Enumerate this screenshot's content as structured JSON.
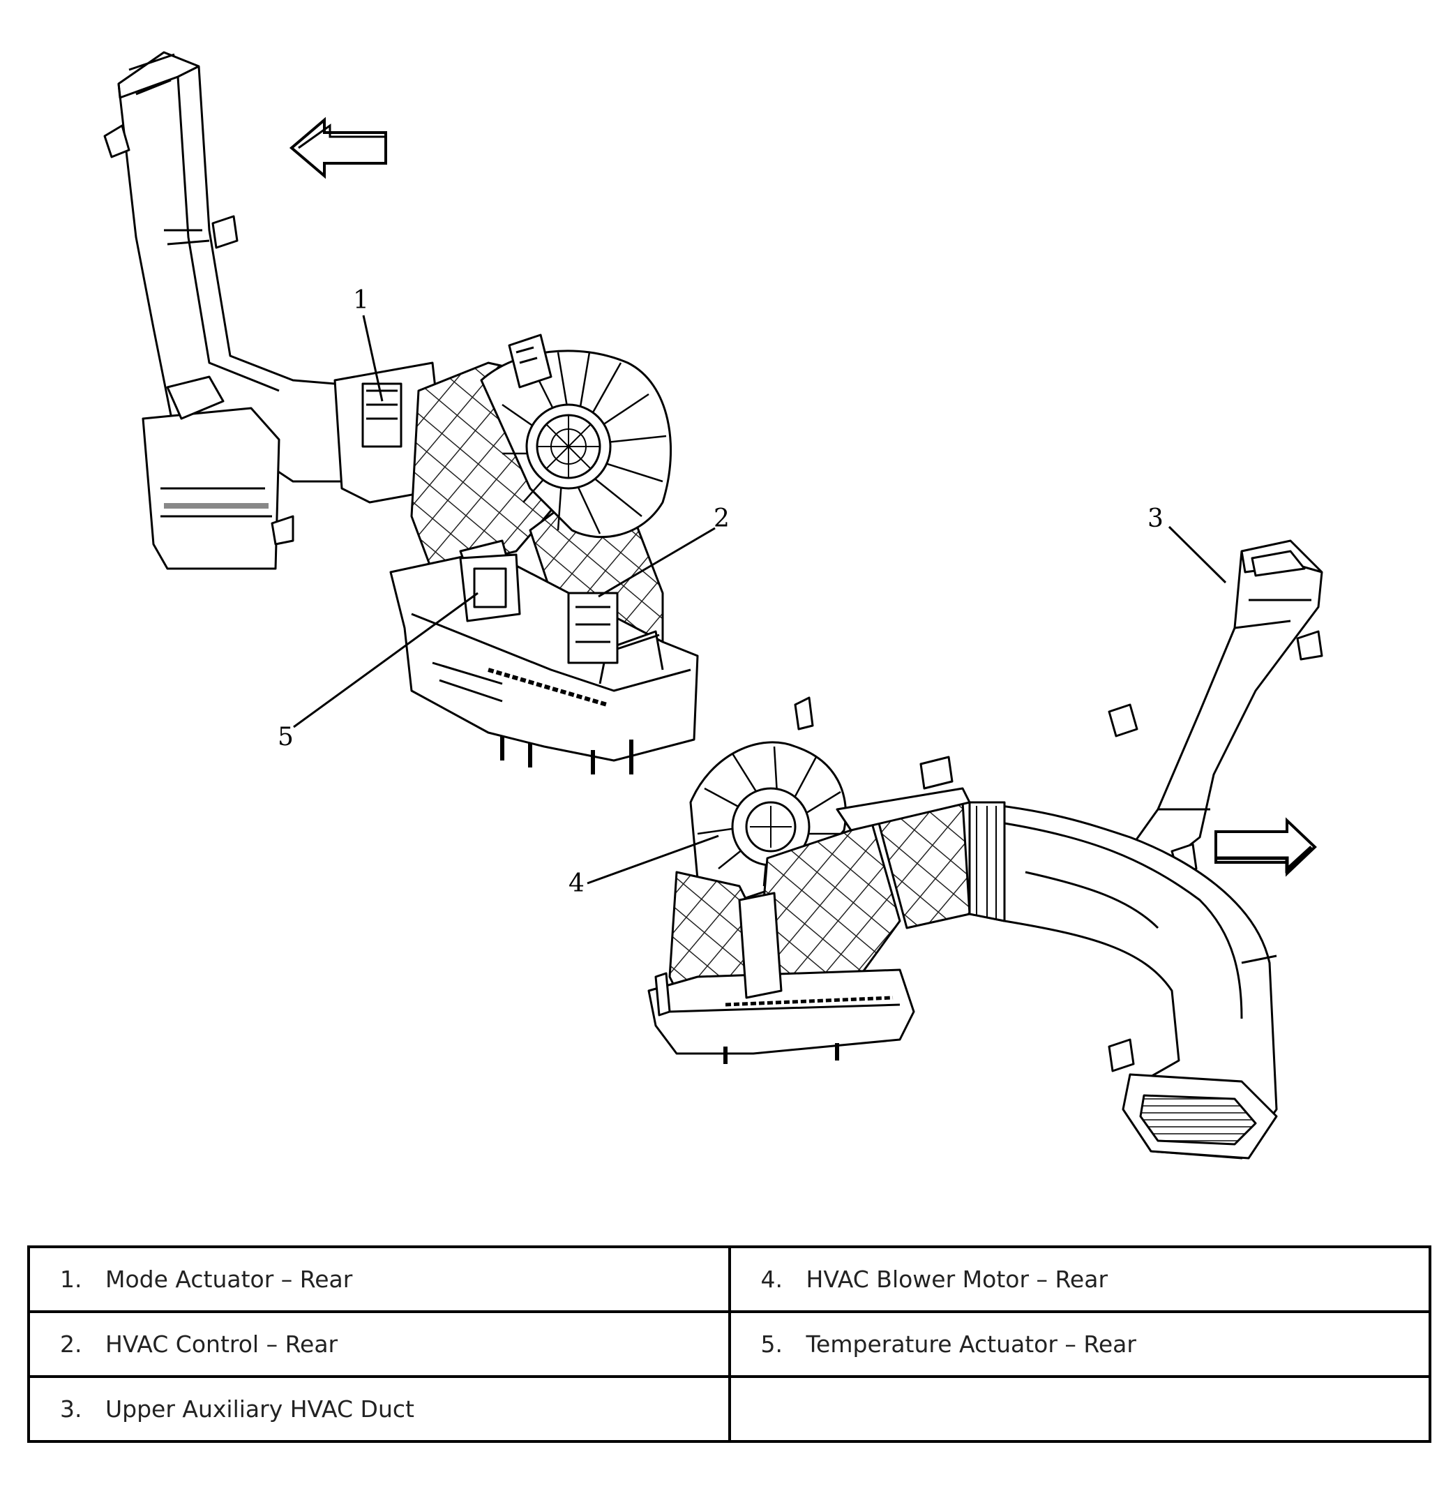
{
  "callouts": [
    "1",
    "2",
    "3",
    "4",
    "5"
  ],
  "legend": {
    "rows": [
      [
        {
          "num": "1.",
          "text": "Mode Actuator – Rear"
        },
        {
          "num": "4.",
          "text": "HVAC Blower Motor – Rear"
        }
      ],
      [
        {
          "num": "2.",
          "text": "HVAC Control – Rear"
        },
        {
          "num": "5.",
          "text": "Temperature Actuator – Rear"
        }
      ],
      [
        {
          "num": "3.",
          "text": "Upper Auxiliary HVAC Duct"
        },
        {
          "num": "",
          "text": ""
        }
      ]
    ]
  },
  "icons": [
    "arrow-left-icon",
    "arrow-right-icon"
  ]
}
